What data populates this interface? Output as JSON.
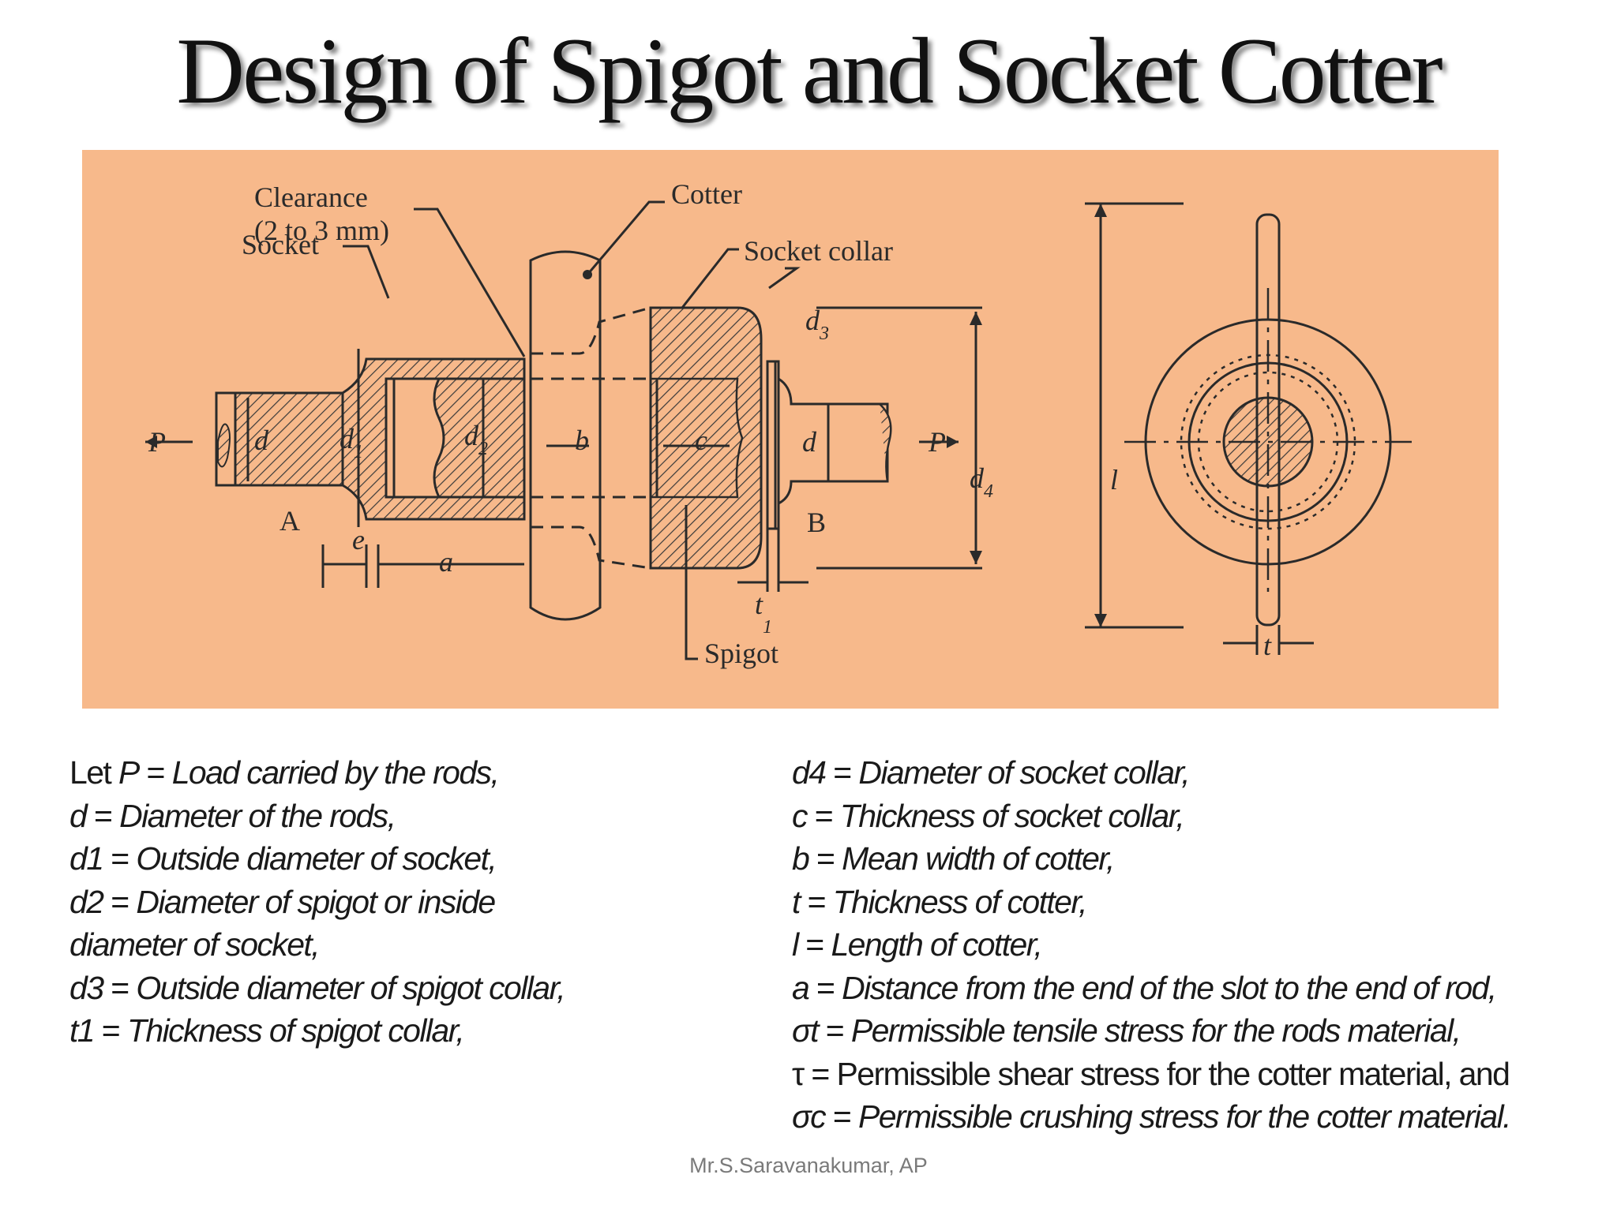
{
  "title": "Design of Spigot and Socket Cotter",
  "diagram": {
    "background": "#f7b98b",
    "labels": {
      "clearance": "Clearance",
      "clearance_range": "(2 to 3 mm)",
      "socket": "Socket",
      "cotter": "Cotter",
      "socket_collar": "Socket collar",
      "spigot": "Spigot",
      "part_a": "A",
      "part_b": "B",
      "load_left": "P",
      "load_right": "P",
      "dim_d_left": "d",
      "dim_d1": "d",
      "dim_d1_sub": "1",
      "dim_d2": "d",
      "dim_d2_sub": "2",
      "dim_b": "b",
      "dim_c": "c",
      "dim_d_right": "d",
      "dim_d3": "d",
      "dim_d3_sub": "3",
      "dim_d4": "d",
      "dim_d4_sub": "4",
      "dim_e": "e",
      "dim_a": "a",
      "dim_t1": "t",
      "dim_t1_sub": "1",
      "dim_l": "l",
      "dim_t": "t"
    }
  },
  "notation_left": [
    {
      "prefix": "Let ",
      "sym": "P",
      "eq": " = ",
      "desc": "Load carried by the rods,"
    },
    {
      "sym": "d",
      "eq": " = ",
      "desc": "Diameter of the rods,"
    },
    {
      "sym": "d1",
      "eq": " = ",
      "desc": "Outside diameter of socket,"
    },
    {
      "sym": "d2",
      "eq": " = ",
      "desc": "Diameter of spigot or inside diameter of socket,"
    },
    {
      "sym": "d3",
      "eq": " = ",
      "desc": "Outside diameter of spigot collar,"
    },
    {
      "sym": "t1",
      "eq": " = ",
      "desc": "Thickness of spigot collar,"
    }
  ],
  "notation_right": [
    {
      "sym": "d4",
      "eq": " = ",
      "desc": "Diameter of socket collar,"
    },
    {
      "sym": "c",
      "eq": " = ",
      "desc": "Thickness of socket collar,"
    },
    {
      "sym": "b",
      "eq": " = ",
      "desc": "Mean width of cotter,"
    },
    {
      "sym": "t",
      "eq": " = ",
      "desc": "Thickness of cotter,"
    },
    {
      "sym": "l",
      "eq": " = ",
      "desc": "Length of cotter,"
    },
    {
      "sym": "a",
      "eq": " = ",
      "desc": "Distance from the end of the slot to the end of rod,"
    },
    {
      "sym": "σt",
      "eq": " = ",
      "desc": "Permissible tensile stress for the rods material,"
    },
    {
      "sym": "τ",
      "eq": " = ",
      "desc": "Permissible shear stress for the cotter material, and",
      "upright": true
    },
    {
      "sym": "σc",
      "eq": " = ",
      "desc": "Permissible crushing stress for the cotter material."
    }
  ],
  "footer": "Mr.S.Saravanakumar, AP"
}
